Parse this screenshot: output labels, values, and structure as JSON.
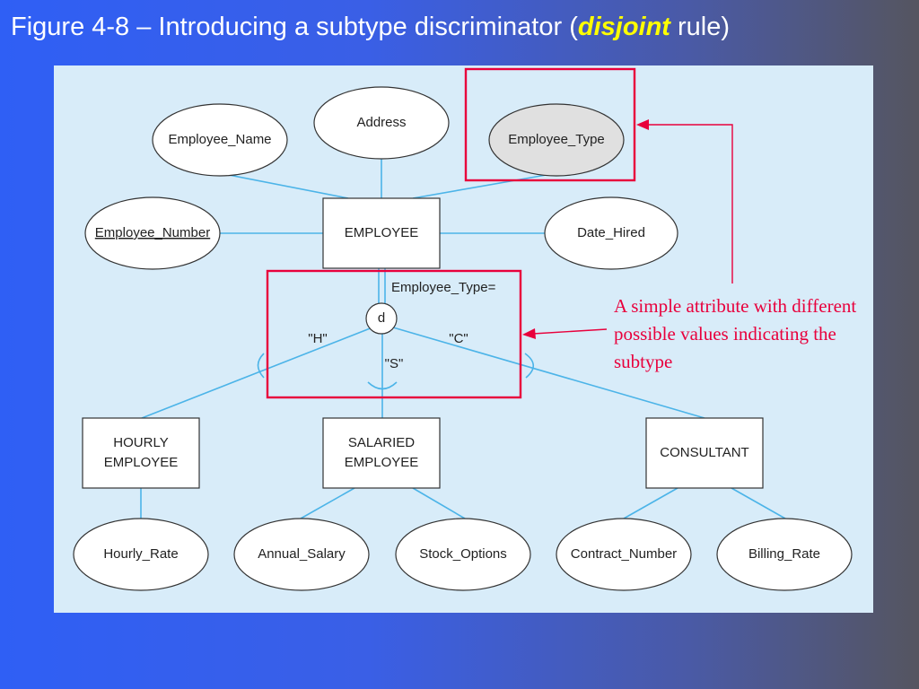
{
  "title": {
    "prefix": "Figure 4-8 – Introducing a subtype discriminator (",
    "emphasis": "disjoint",
    "suffix": " rule)"
  },
  "diagram": {
    "supertype": "EMPLOYEE",
    "supertype_attributes": {
      "employee_name": "Employee_Name",
      "address": "Address",
      "employee_type": "Employee_Type",
      "employee_number": "Employee_Number",
      "date_hired": "Date_Hired"
    },
    "discriminator_label": "Employee_Type=",
    "constraint_symbol": "d",
    "discriminator_values": {
      "hourly": "\"H\"",
      "salaried": "\"S\"",
      "consultant": "\"C\""
    },
    "subtypes": {
      "hourly": {
        "line1": "HOURLY",
        "line2": "EMPLOYEE"
      },
      "salaried": {
        "line1": "SALARIED",
        "line2": "EMPLOYEE"
      },
      "consultant": "CONSULTANT"
    },
    "subtype_attributes": {
      "hourly_rate": "Hourly_Rate",
      "annual_salary": "Annual_Salary",
      "stock_options": "Stock_Options",
      "contract_number": "Contract_Number",
      "billing_rate": "Billing_Rate"
    }
  },
  "callout": {
    "text": "A simple attribute with different possible values indicating the subtype",
    "color": "#e8003c"
  },
  "colors": {
    "connector": "#4cb4e8",
    "highlight": "#e8003c",
    "panel": "#d8ecf9",
    "title_emphasis": "#ffff00"
  }
}
